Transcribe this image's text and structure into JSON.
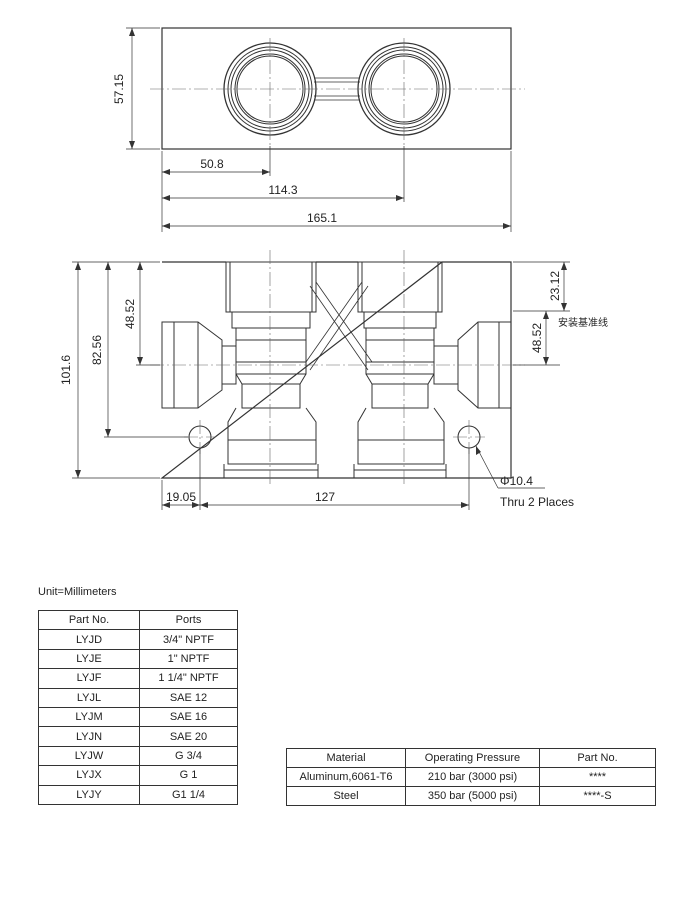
{
  "top_view": {
    "dim_height": "57.15",
    "dim_port1": "50.8",
    "dim_port2": "114.3",
    "dim_width": "165.1"
  },
  "front_view": {
    "dim_overall_height": "101.6",
    "dim_mount_hole_height": "82.56",
    "dim_left_port_height": "48.52",
    "dim_right_port_height": "48.52",
    "dim_top_offset": "23.12",
    "reference_line_label": "安装基准线",
    "dim_left_edge": "19.05",
    "dim_hole_spacing": "127",
    "hole_diameter": "Φ10.4",
    "hole_note": "Thru 2 Places"
  },
  "unit_label": "Unit=Millimeters",
  "ports_table": {
    "headers": [
      "Part No.",
      "Ports"
    ],
    "rows": [
      [
        "LYJD",
        "3/4\" NPTF"
      ],
      [
        "LYJE",
        "1\" NPTF"
      ],
      [
        "LYJF",
        "1 1/4\" NPTF"
      ],
      [
        "LYJL",
        "SAE 12"
      ],
      [
        "LYJM",
        "SAE 16"
      ],
      [
        "LYJN",
        "SAE 20"
      ],
      [
        "LYJW",
        "G 3/4"
      ],
      [
        "LYJX",
        "G 1"
      ],
      [
        "LYJY",
        "G1 1/4"
      ]
    ]
  },
  "material_table": {
    "headers": [
      "Material",
      "Operating Pressure",
      "Part No."
    ],
    "rows": [
      [
        "Aluminum,6061-T6",
        "210 bar (3000 psi)",
        "****"
      ],
      [
        "Steel",
        "350 bar (5000 psi)",
        "****-S"
      ]
    ]
  }
}
